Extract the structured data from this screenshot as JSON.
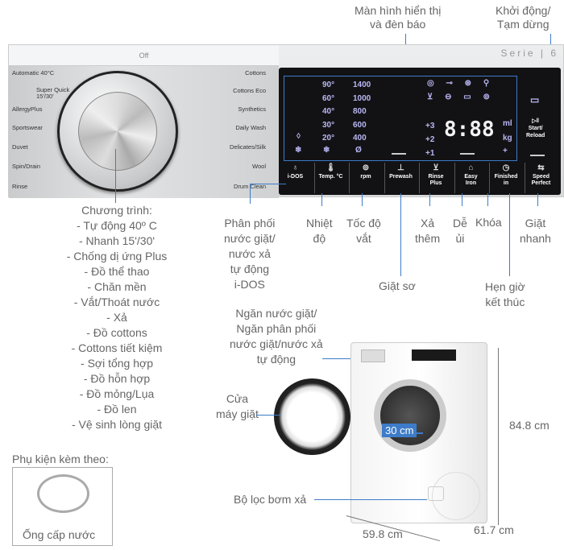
{
  "top_labels": {
    "display": "Màn hình hiển thị\nvà đèn báo",
    "start": "Khởi động/\nTạm dừng"
  },
  "panel": {
    "off": "Off",
    "brand_serie": "Serie | 6",
    "programs_left": [
      "Automatic 40°C",
      "Super Quick 15'/30'",
      "AllergyPlus",
      "Sportswear",
      "Duvet",
      "Spin/Drain",
      "Rinse"
    ],
    "programs_right": [
      "Cottons",
      "Cottons Eco",
      "Synthetics",
      "Daily Wash",
      "Delicates/Silk",
      "Wool",
      "Drum Clean"
    ],
    "display": {
      "temps": [
        "90°",
        "60°",
        "40°",
        "30°",
        "20°"
      ],
      "rpm": [
        "1400",
        "1000",
        "800",
        "600",
        "400"
      ],
      "plus": [
        "+3",
        "+2",
        "+1"
      ],
      "digits": "8:88",
      "units": [
        "ml",
        "kg"
      ],
      "start_label": "Start/\nReload"
    },
    "buttons": [
      {
        "label": "i-DOS",
        "icon": "drop-icon"
      },
      {
        "label": "Temp. °C",
        "icon": "thermometer-icon"
      },
      {
        "label": "rpm",
        "icon": "spin-icon"
      },
      {
        "label": "Prewash",
        "icon": "prewash-icon"
      },
      {
        "label": "Rinse\nPlus",
        "icon": "rinse-icon"
      },
      {
        "label": "Easy\nIron",
        "icon": "iron-icon"
      },
      {
        "label": "Finished\nin",
        "icon": "clock-icon"
      },
      {
        "label": "Speed\nPerfect",
        "icon": "speed-icon"
      }
    ]
  },
  "callouts": {
    "programs_title": "Chương trình:",
    "programs": [
      "- Tự động 40º C",
      "- Nhanh 15'/30'",
      "- Chống dị ứng Plus",
      "- Đồ thể thao",
      "- Chăn mền",
      "- Vắt/Thoát nước",
      "- Xả",
      "- Đồ cottons",
      "- Cottons tiết kiệm",
      "- Sợi tổng hợp",
      "- Đồ hỗn hợp",
      "- Đồ mỏng/Lụa",
      "- Đồ len",
      "- Vệ sinh lòng giặt"
    ],
    "idos": "Phân phối\nnước giặt/\nnước xả\ntự động\ni-DOS",
    "temp": "Nhiệt\nđộ",
    "spin": "Tốc độ\nvắt",
    "prewash": "Giặt sơ",
    "rinse": "Xả\nthêm",
    "iron": "Dễ\nủi",
    "lock": "Khóa",
    "speed": "Giặt\nnhanh",
    "finish": "Hẹn giờ\nkết thúc",
    "drawer": "Ngăn nước giặt/\nNgăn phân phối\nnước giặt/nước xả\ntự động",
    "door": "Cửa\nmáy giặt",
    "filter": "Bộ lọc bơm xả",
    "drum": "30 cm",
    "height": "84.8 cm",
    "width": "59.8 cm",
    "depth": "61.7 cm",
    "accessory_title": "Phụ kiện kèm theo:",
    "accessory": "Ống cấp nước"
  },
  "colors": {
    "line": "#3d7cc9",
    "display_text": "#b9b7f4",
    "label": "#666666"
  }
}
